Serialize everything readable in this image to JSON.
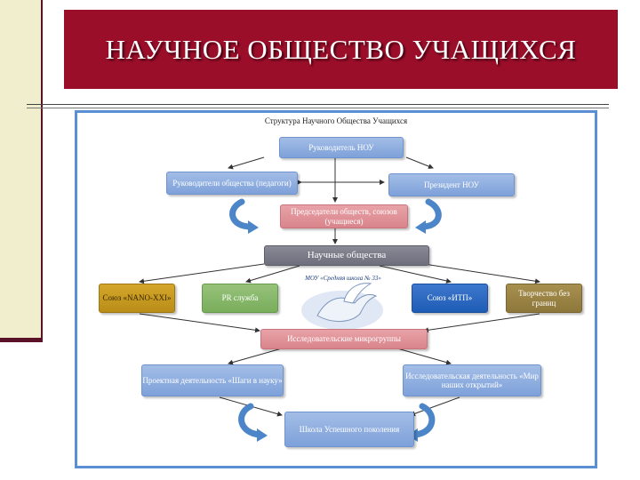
{
  "slide": {
    "title": "НАУЧНОЕ ОБЩЕСТВО УЧАЩИХСЯ"
  },
  "diagram": {
    "title": "Структура Научного Общества Учащихся",
    "center_caption": "МОУ «Средняя школа № 33»",
    "boxes": {
      "head": "Руководитель НОУ",
      "leaders": "Руководители общества (педагоги)",
      "president": "Президент НОУ",
      "chairmen": "Председатели обществ, союзов (учащиеся)",
      "societies": "Научные общества",
      "nano": "Союз «NANO-XXI»",
      "pr": "PR служба",
      "itp": "Союз «ИТП»",
      "creative": "Творчество без границ",
      "research_groups": "Исследовательские микрогруппы",
      "project": "Проектная деятельность «Шаги в науку»",
      "research": "Исследовательская деятельность «Мир наших открытий»",
      "school": "Школа Успешного поколения"
    },
    "icons": {
      "center": "pegasus-icon",
      "cycle_arrows": "curved-arrow-icon"
    }
  }
}
